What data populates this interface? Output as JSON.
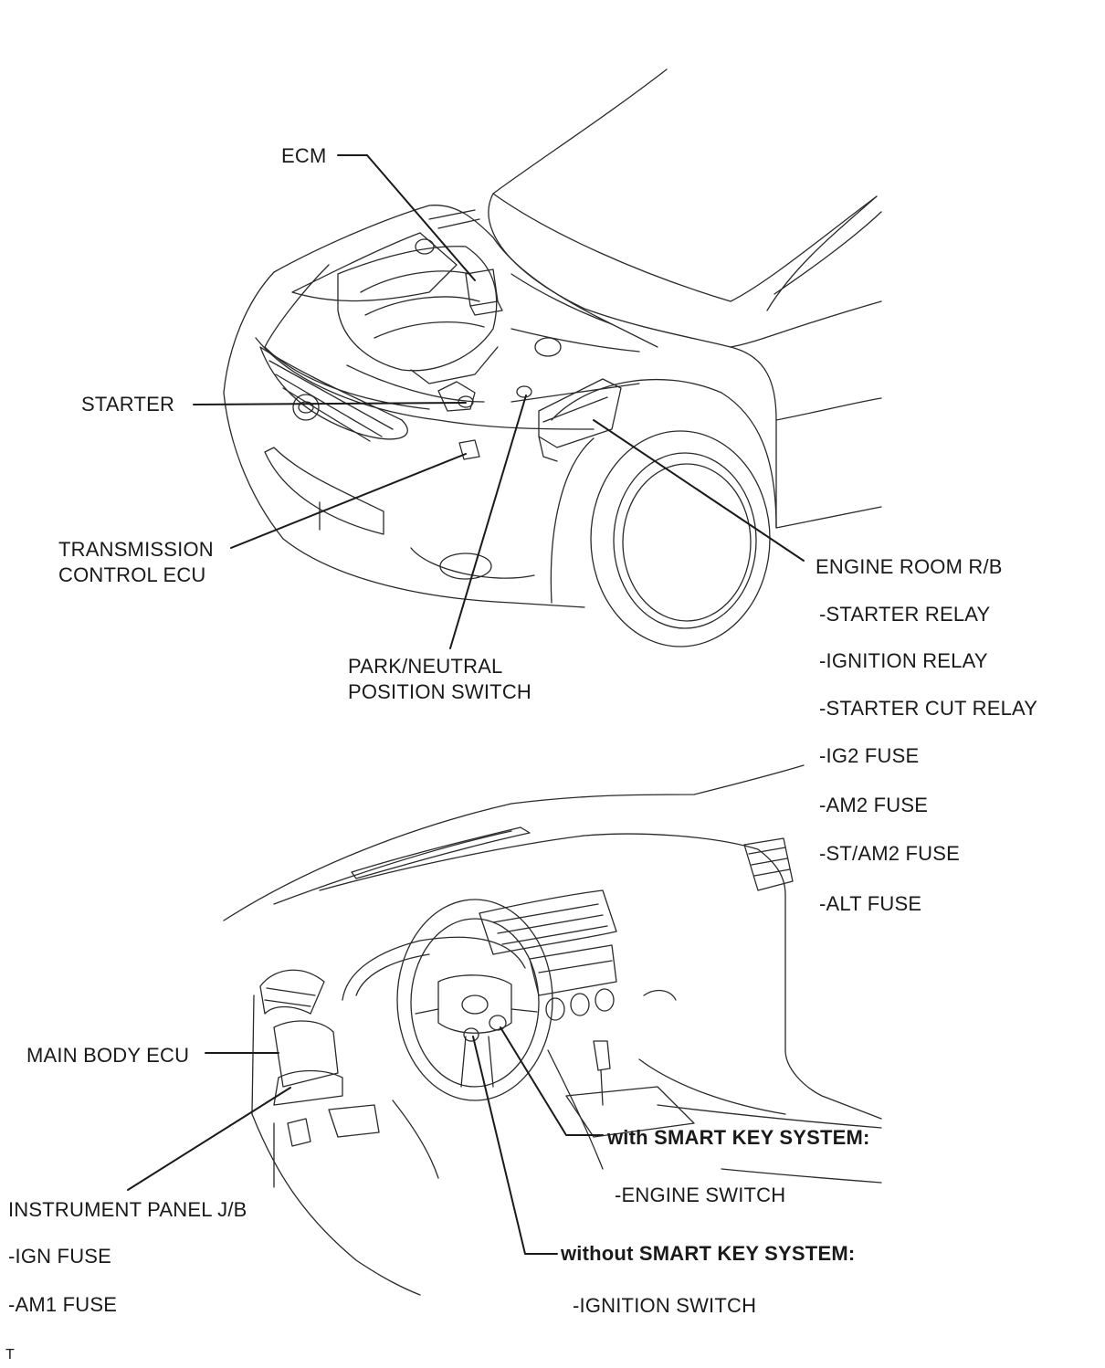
{
  "labels": {
    "ecm": "ECM",
    "starter": "STARTER",
    "transmission_ecu_line1": "TRANSMISSION",
    "transmission_ecu_line2": "CONTROL ECU",
    "park_neutral_line1": "PARK/NEUTRAL",
    "park_neutral_line2": "POSITION SWITCH",
    "engine_room_rb": "ENGINE ROOM R/B",
    "main_body_ecu": "MAIN BODY ECU",
    "instrument_panel_jb": "INSTRUMENT PANEL J/B",
    "with_smart_key": "with SMART KEY SYSTEM:",
    "engine_switch": "-ENGINE SWITCH",
    "without_smart_key": "without SMART KEY SYSTEM:",
    "ignition_switch": "-IGNITION SWITCH",
    "corner_mark": "T"
  },
  "engine_room_items": [
    "-STARTER RELAY",
    "-IGNITION RELAY",
    "-STARTER CUT RELAY",
    "-IG2 FUSE",
    "-AM2 FUSE",
    "-ST/AM2 FUSE",
    "-ALT FUSE"
  ],
  "instrument_panel_items": [
    "-IGN FUSE",
    "-AM1 FUSE"
  ]
}
